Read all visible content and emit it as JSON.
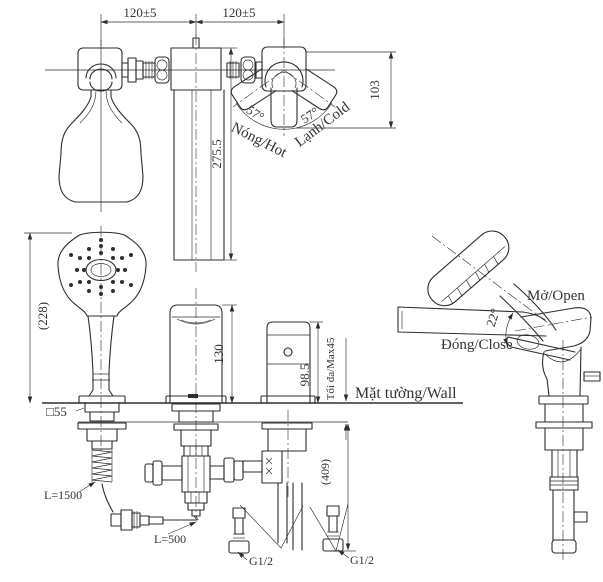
{
  "colors": {
    "line": "#2e2e2e",
    "text": "#333333",
    "background": "#ffffff"
  },
  "top_view": {
    "dim_spacing_left": "120±5",
    "dim_spacing_right": "120±5",
    "dim_handle_height": "103",
    "angle_hot": "57°",
    "angle_cold": "57°",
    "label_hot": "Nóng/Hot",
    "label_cold": "Lạnh/Cold",
    "dim_spout_length": "275.5"
  },
  "front_view": {
    "dim_shower_height": "(228)",
    "dim_spout_height": "130",
    "dim_valve_height": "98.5",
    "dim_deck_thickness": "Tối đa/Max45",
    "label_wall": "Mặt tường/Wall",
    "label_escutcheon": "□55",
    "dim_below_deck": "(409)",
    "hose_long": "L=1500",
    "hose_short": "L=500",
    "thread_left": "G1/2",
    "thread_right": "G1/2"
  },
  "side_view": {
    "label_open": "Mở/Open",
    "label_close": "Đóng/Close",
    "angle_open": "22°"
  }
}
